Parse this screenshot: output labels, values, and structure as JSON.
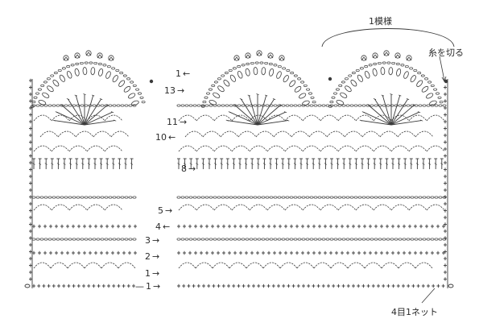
{
  "colors": {
    "ink": "#3a3a3a",
    "paper": "#ffffff"
  },
  "labels": {
    "repeat": "1模様",
    "cut_yarn": "糸を切る",
    "stitch_note": "4目1ネット"
  },
  "row_labels": [
    {
      "num": "1",
      "dir": "left"
    },
    {
      "num": "13",
      "dir": "right"
    },
    {
      "num": "11",
      "dir": "right"
    },
    {
      "num": "10",
      "dir": "left"
    },
    {
      "num": "8",
      "dir": "right"
    },
    {
      "num": "5",
      "dir": "right"
    },
    {
      "num": "4",
      "dir": "left"
    },
    {
      "num": "3",
      "dir": "right"
    },
    {
      "num": "2",
      "dir": "right"
    },
    {
      "num": "1",
      "dir": "right"
    },
    {
      "num": "1",
      "dir": "right"
    }
  ]
}
